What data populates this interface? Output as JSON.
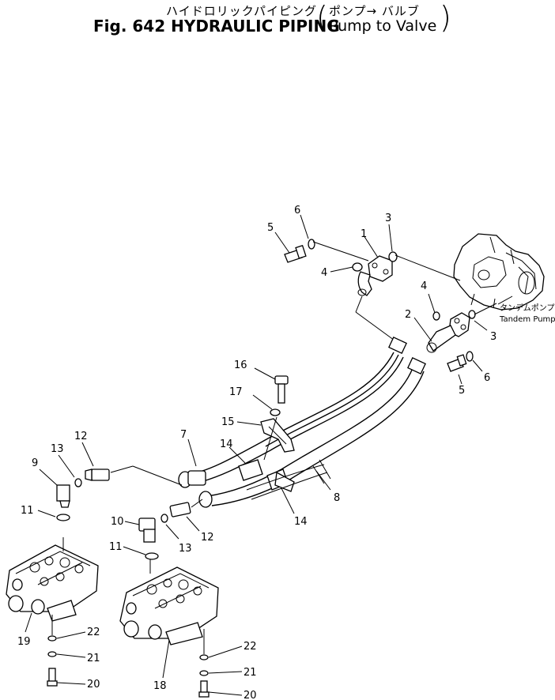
{
  "title": {
    "japanese": "ハイドロリックパイピング",
    "figure": "Fig. 642 HYDRAULIC PIPING",
    "sub_japanese": "ポンプ→ バルブ",
    "sub_english": "Pump to Valve"
  },
  "components": {
    "tandem_pump_jp": "タンデムポンプ",
    "tandem_pump_en": "Tandem Pump"
  },
  "callouts": {
    "c1": "1",
    "c2": "2",
    "c3a": "3",
    "c3b": "3",
    "c4a": "4",
    "c4b": "4",
    "c5a": "5",
    "c5b": "5",
    "c6a": "6",
    "c6b": "6",
    "c7": "7",
    "c8": "8",
    "c9": "9",
    "c10": "10",
    "c11a": "11",
    "c11b": "11",
    "c12a": "12",
    "c12b": "12",
    "c13a": "13",
    "c13b": "13",
    "c14a": "14",
    "c14b": "14",
    "c15": "15",
    "c16": "16",
    "c17": "17",
    "c18": "18",
    "c19": "19",
    "c20a": "20",
    "c20b": "20",
    "c21a": "21",
    "c21b": "21",
    "c22a": "22",
    "c22b": "22"
  }
}
